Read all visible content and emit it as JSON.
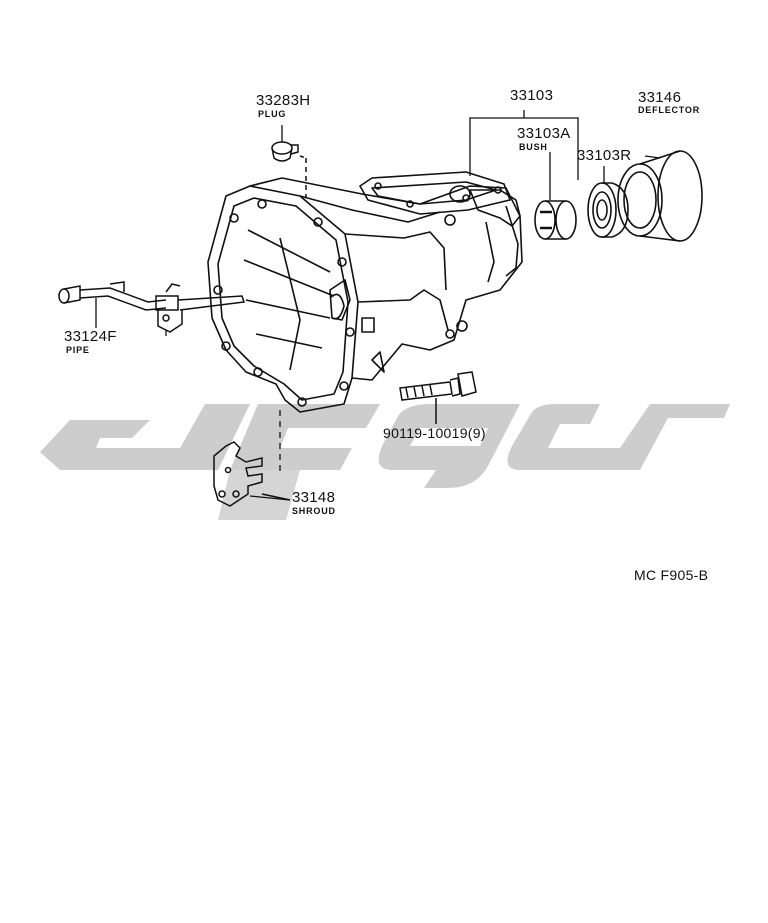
{
  "diagram": {
    "parts": [
      {
        "id": "plug",
        "number": "33283H",
        "name": "PLUG"
      },
      {
        "id": "case",
        "number": "33103",
        "name": ""
      },
      {
        "id": "bush",
        "number": "33103A",
        "name": "BUSH"
      },
      {
        "id": "seal",
        "number": "33103R",
        "name": ""
      },
      {
        "id": "deflector",
        "number": "33146",
        "name": "DEFLECTOR"
      },
      {
        "id": "pipe",
        "number": "33124F",
        "name": "PIPE"
      },
      {
        "id": "bolt",
        "number": "90119-10019(9)",
        "name": ""
      },
      {
        "id": "shroud",
        "number": "33148",
        "name": "SHROUD"
      }
    ],
    "figure_code": "MC F905-B",
    "watermark_color": "#c8c8c8",
    "line_color": "#111111"
  }
}
